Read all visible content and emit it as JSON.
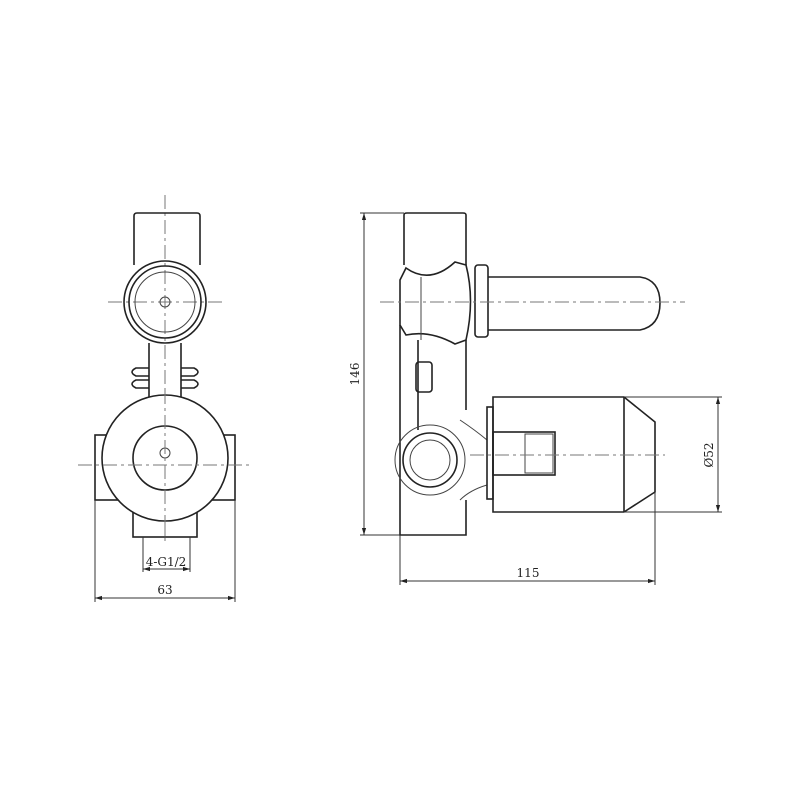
{
  "drawing": {
    "front_view": {
      "port_thread_label": "4-G1/2",
      "width_dimension": "63"
    },
    "side_view": {
      "height_dimension": "146",
      "depth_dimension": "115",
      "handle_diameter_dimension": "Ø52"
    },
    "line_color": "#222222"
  }
}
